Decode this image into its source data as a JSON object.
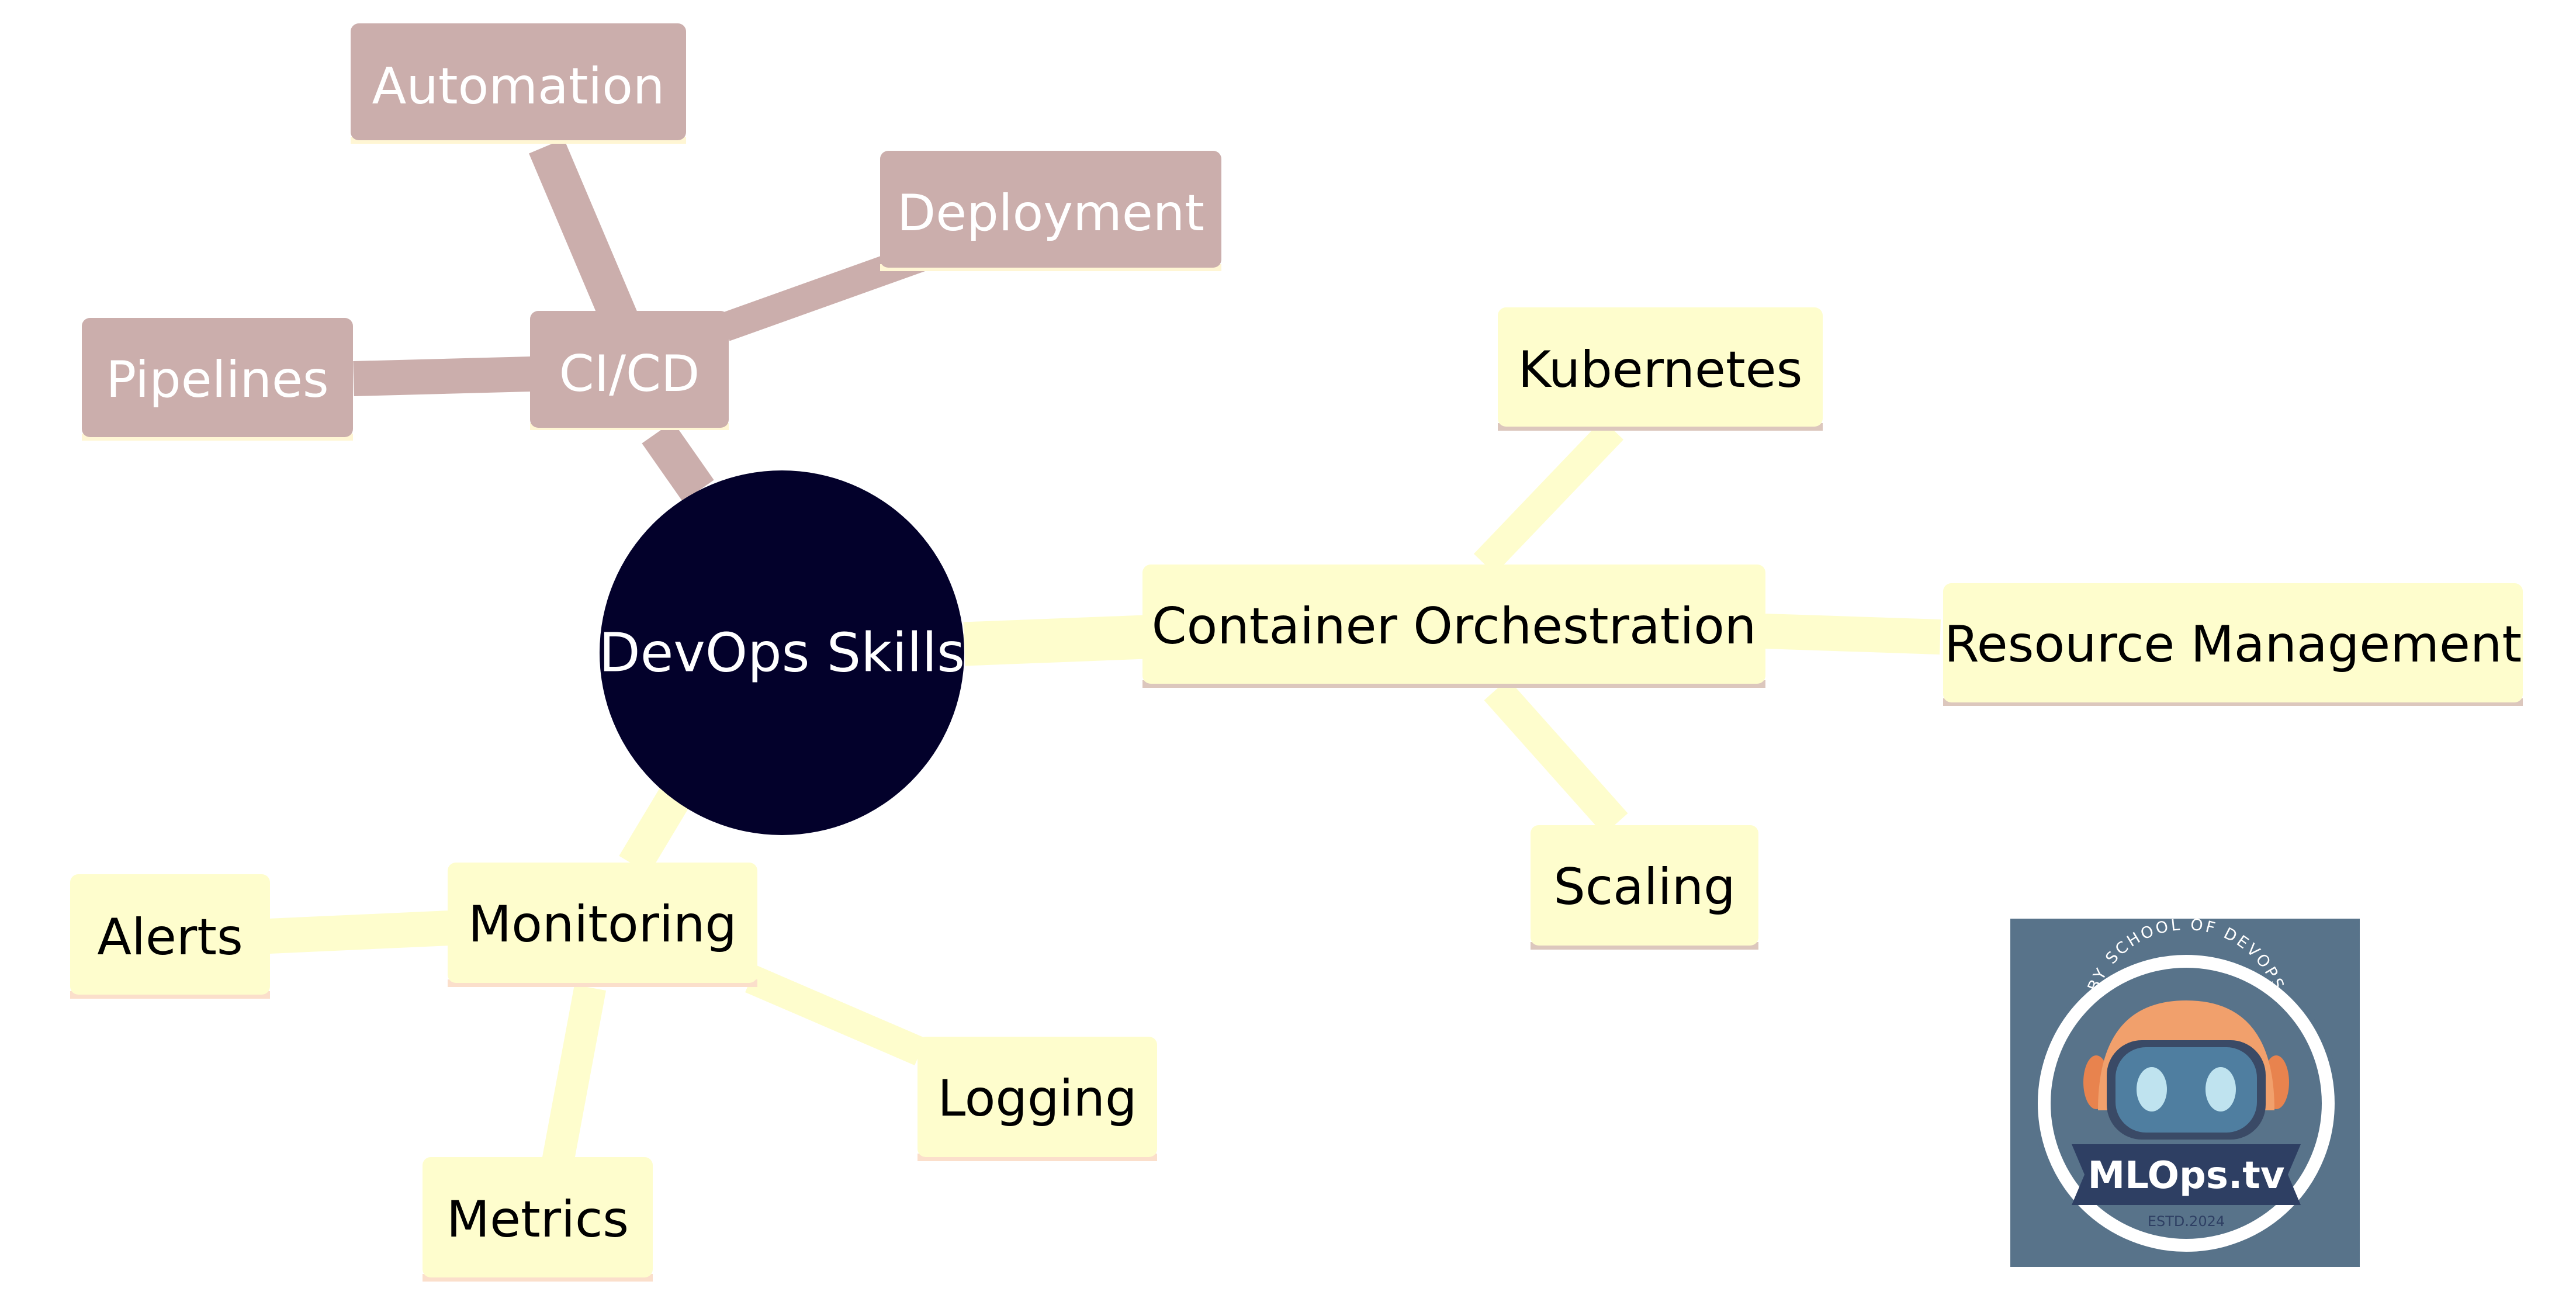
{
  "root": {
    "label": "DevOps Skills",
    "fill": "#03012b",
    "text_color": "#ffffff"
  },
  "branches": [
    {
      "id": "cicd",
      "label": "CI/CD",
      "fill": "#cbaeac",
      "text_color": "#ffffff",
      "underline": "#fff6d4",
      "children": [
        {
          "id": "automation",
          "label": "Automation"
        },
        {
          "id": "deployment",
          "label": "Deployment"
        },
        {
          "id": "pipelines",
          "label": "Pipelines"
        }
      ]
    },
    {
      "id": "container-orchestration",
      "label": "Container Orchestration",
      "fill": "#fefdcd",
      "text_color": "#000000",
      "underline": "#dcc7bd",
      "children": [
        {
          "id": "kubernetes",
          "label": "Kubernetes"
        },
        {
          "id": "resource-management",
          "label": "Resource Management"
        },
        {
          "id": "scaling",
          "label": "Scaling"
        }
      ]
    },
    {
      "id": "monitoring",
      "label": "Monitoring",
      "fill": "#fefdcd",
      "text_color": "#000000",
      "underline": "#fbdfcb",
      "children": [
        {
          "id": "alerts",
          "label": "Alerts"
        },
        {
          "id": "logging",
          "label": "Logging"
        },
        {
          "id": "metrics",
          "label": "Metrics"
        }
      ]
    }
  ],
  "logo": {
    "arc_text": "BY SCHOOL OF DEVOPS",
    "name": "MLOps.tv",
    "estd": "ESTD.2024",
    "background": "#58738a"
  }
}
